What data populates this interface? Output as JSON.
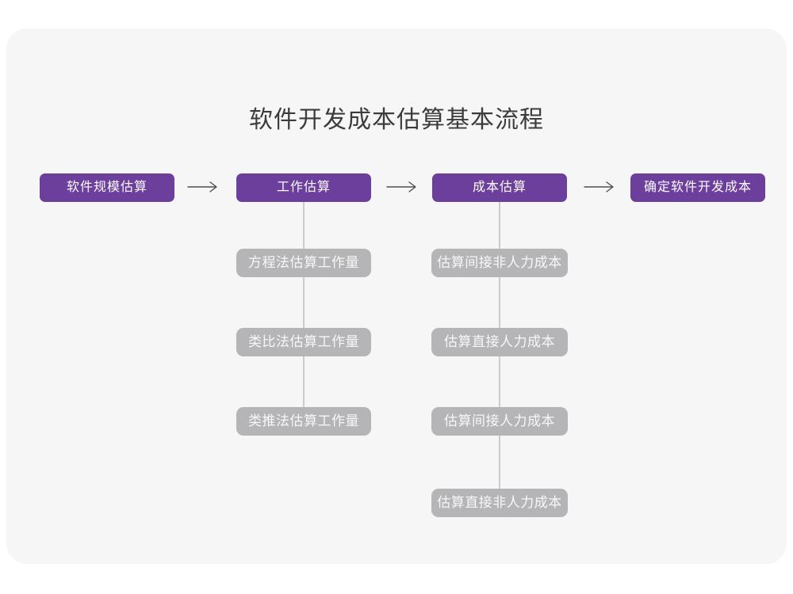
{
  "title": "软件开发成本估算基本流程",
  "colors": {
    "page_background": "#ffffff",
    "card_background": "#f6f6f7",
    "stage_node_fill": "#6d3f9c",
    "sub_node_fill": "#b5b5b7",
    "node_text": "#fbfbfb",
    "title_text": "#3c3c3c",
    "connector_line": "#cccccc",
    "arrow_stroke": "#4e4e4e"
  },
  "flow": {
    "stages": [
      {
        "label": "软件规模估算",
        "substeps": []
      },
      {
        "label": "工作估算",
        "substeps": [
          "方程法估算工作量",
          "类比法估算工作量",
          "类推法估算工作量"
        ]
      },
      {
        "label": "成本估算",
        "substeps": [
          "估算间接非人力成本",
          "估算直接人力成本",
          "估算间接人力成本",
          "估算直接非人力成本"
        ]
      },
      {
        "label": "确定软件开发成本",
        "substeps": []
      }
    ],
    "arrow_glyph": "→"
  }
}
